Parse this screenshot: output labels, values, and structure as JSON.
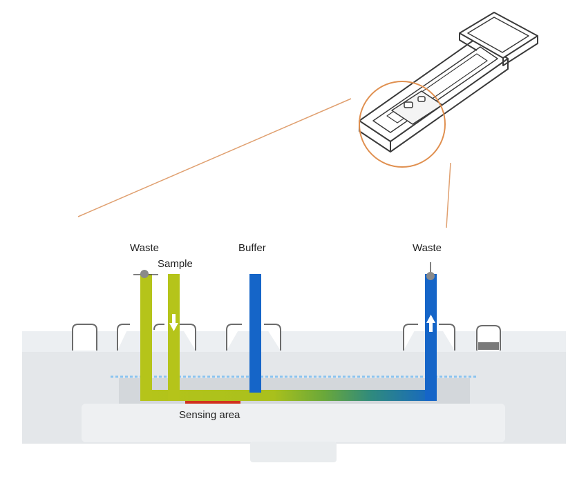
{
  "labels": {
    "waste_left": "Waste",
    "sample": "Sample",
    "buffer": "Buffer",
    "waste_right": "Waste",
    "sensing_area": "Sensing area"
  },
  "colors": {
    "sample_channel": "#b5c41a",
    "buffer_channel": "#1565c8",
    "sensing_area": "#d0321e",
    "callout_line": "#e0a070",
    "callout_circle": "#e09050",
    "substrate_light": "#eceff2",
    "substrate_mid": "#dde1e5",
    "dashed_line": "#8cc4f0"
  },
  "icons": {
    "sample_flow": "arrow-down-icon",
    "buffer_return": "arrow-up-icon",
    "valves": "valve-icon"
  }
}
